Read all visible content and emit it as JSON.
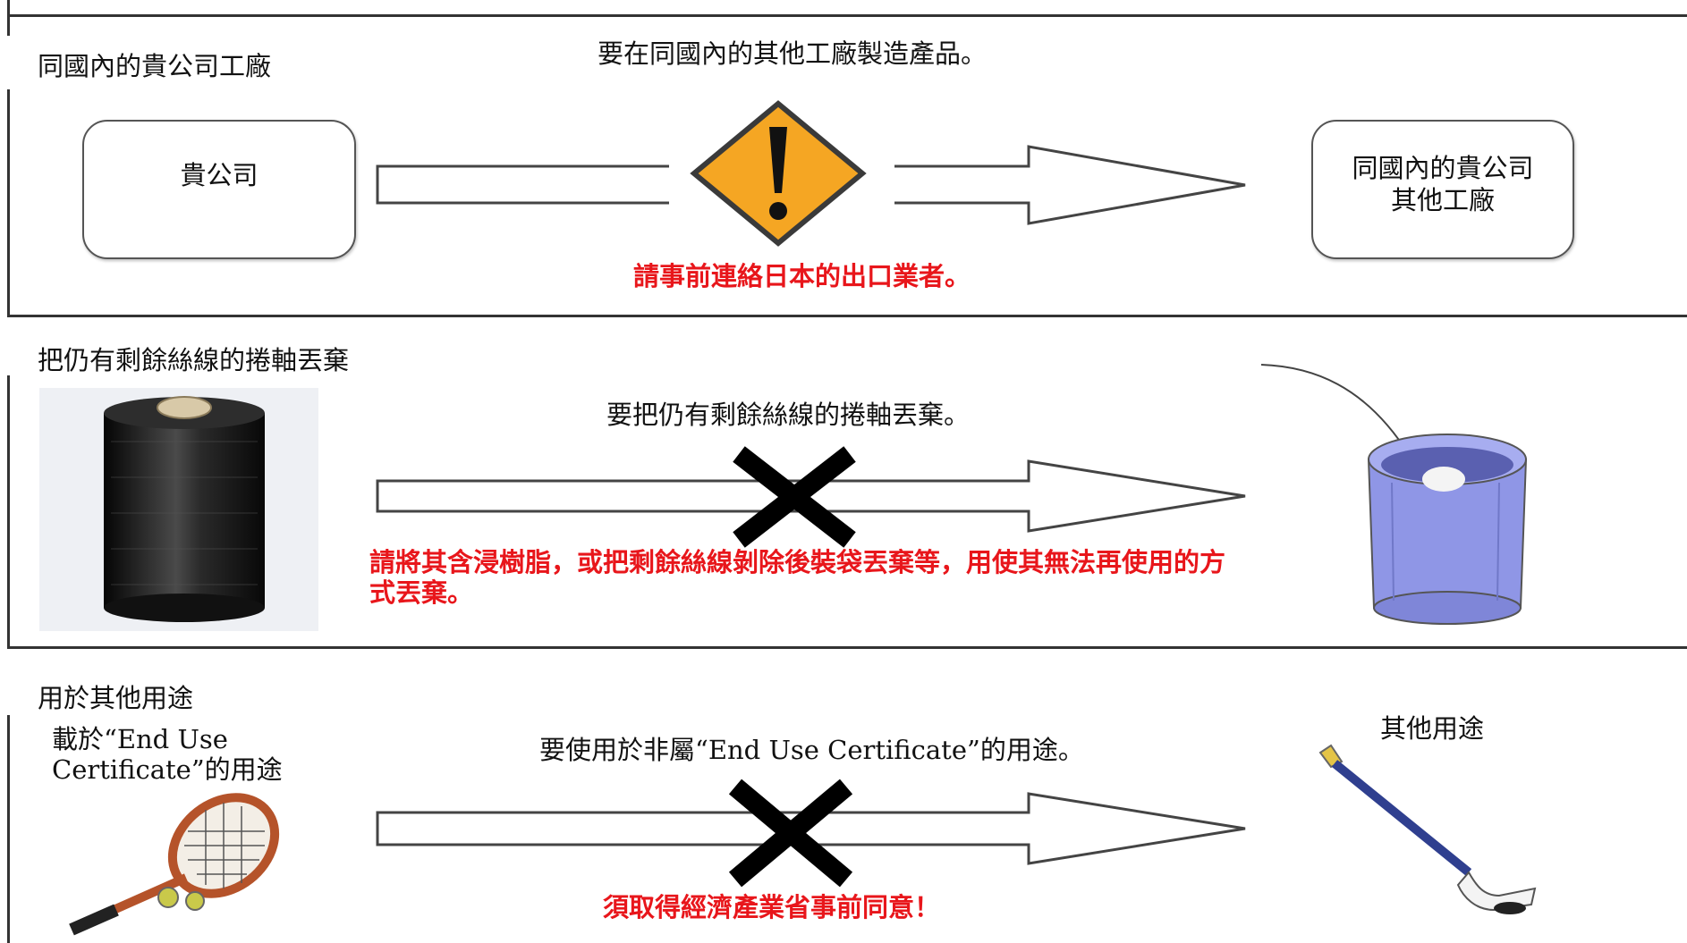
{
  "row1": {
    "section_label": "同國內的貴公司工廠",
    "action_text": "要在同國內的其他工廠製造產品。",
    "source_box_label": "貴公司",
    "target_box_label": "同國內的貴公司\n其他工廠",
    "warning_icon": "exclamation-warning-icon",
    "note": "請事前連絡日本的出口業者。"
  },
  "row2": {
    "section_label": "把仍有剩餘絲線的捲軸丟棄",
    "action_text": "要把仍有剩餘絲線的捲軸丟棄。",
    "note": "請將其含浸樹脂，或把剩餘絲線剝除後裝袋丟棄等，用使其無法再使用的方式丟棄。",
    "source_image": "fiber-spool-icon",
    "target_image": "trash-bin-icon",
    "cross_icon": "cross-mark-icon"
  },
  "row3": {
    "section_label": "用於其他用途",
    "source_label": "載於“End Use Certificate”的用途",
    "action_text": "要使用於非屬“End Use Certificate”的用途。",
    "target_label": "其他用途",
    "note": "須取得經濟產業省事前同意！",
    "source_image": "tennis-racket-icon",
    "target_image": "hockey-stick-icon",
    "cross_icon": "cross-mark-icon"
  },
  "colors": {
    "red": "#e8161b",
    "warning_fill": "#f5a623",
    "bin_fill": "#8f96e6",
    "spool": "#1a1a1a"
  }
}
